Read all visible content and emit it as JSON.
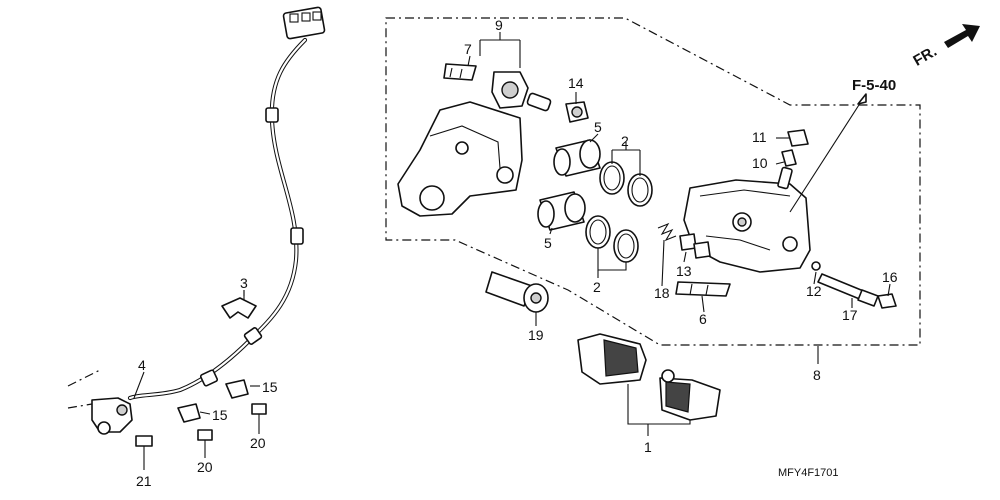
{
  "callouts": {
    "p1": "1",
    "p2a": "2",
    "p2b": "2",
    "p3": "3",
    "p4": "4",
    "p5a": "5",
    "p5b": "5",
    "p6": "6",
    "p7": "7",
    "p8": "8",
    "p9": "9",
    "p10": "10",
    "p11": "11",
    "p12": "12",
    "p13": "13",
    "p14": "14",
    "p15a": "15",
    "p15b": "15",
    "p16": "16",
    "p17": "17",
    "p18": "18",
    "p19": "19",
    "p20a": "20",
    "p20b": "20",
    "p21": "21"
  },
  "reference": "F-5-40",
  "direction": "FR.",
  "diagram_code": "MFY4F1701"
}
